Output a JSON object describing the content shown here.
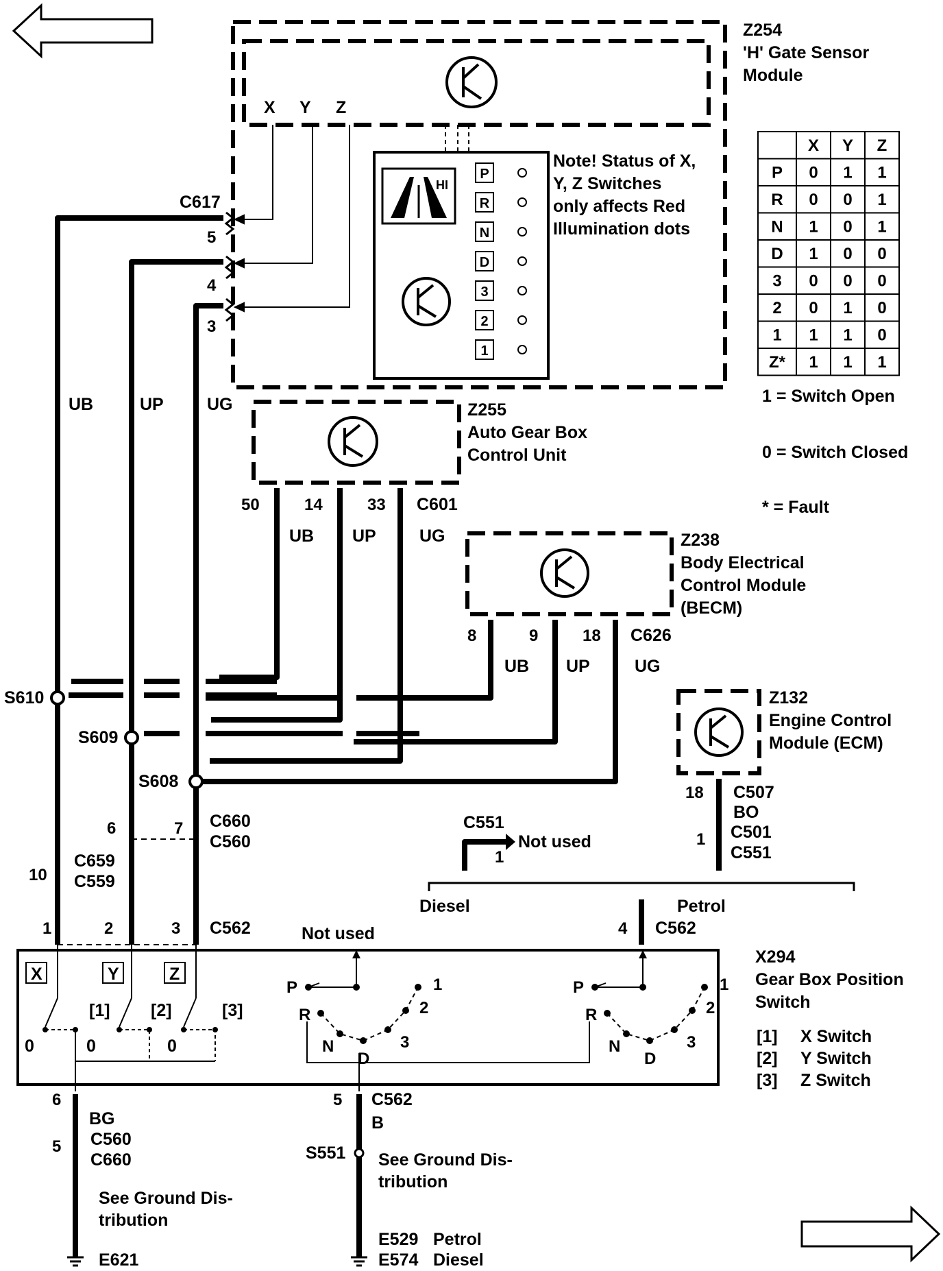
{
  "modules": {
    "z254": {
      "id": "Z254",
      "line1": "'H' Gate Sensor",
      "line2": "Module"
    },
    "z255": {
      "id": "Z255",
      "line1": "Auto Gear Box",
      "line2": "Control Unit"
    },
    "z238": {
      "id": "Z238",
      "line1": "Body Electrical",
      "line2": "Control Module",
      "line3": "(BECM)"
    },
    "z132": {
      "id": "Z132",
      "line1": "Engine Control",
      "line2": "Module (ECM)"
    },
    "x294": {
      "id": "X294",
      "line1": "Gear Box Position",
      "line2": "Switch"
    }
  },
  "h_gate": {
    "xyz_labels": [
      "X",
      "Y",
      "Z"
    ],
    "display_hi": "HI",
    "gears": [
      "P",
      "R",
      "N",
      "D",
      "3",
      "2",
      "1"
    ],
    "note": [
      "Note! Status of X,",
      "Y, Z Switches",
      "only affects Red",
      "Illumination dots"
    ]
  },
  "truth_table": {
    "headers": [
      "",
      "X",
      "Y",
      "Z"
    ],
    "rows": [
      [
        "P",
        "0",
        "1",
        "1"
      ],
      [
        "R",
        "0",
        "0",
        "1"
      ],
      [
        "N",
        "1",
        "0",
        "1"
      ],
      [
        "D",
        "1",
        "0",
        "0"
      ],
      [
        "3",
        "0",
        "0",
        "0"
      ],
      [
        "2",
        "0",
        "1",
        "0"
      ],
      [
        "1",
        "1",
        "1",
        "0"
      ],
      [
        "Z*",
        "1",
        "1",
        "1"
      ]
    ],
    "legend": [
      "1 =  Switch Open",
      "0 =  Switch Closed",
      "* =  Fault"
    ]
  },
  "connectors": {
    "c617": "C617",
    "c617_pins": [
      "5",
      "4",
      "3"
    ],
    "c601": "C601",
    "c601_pins": [
      "50",
      "14",
      "33"
    ],
    "c626": "C626",
    "c626_pins": [
      "8",
      "9",
      "18"
    ],
    "c507": "C507",
    "c507_pin": "18",
    "c501": "C501",
    "c551_ecm": "C551",
    "c501_pin": "1",
    "c551": "C551",
    "c551_pin": "1",
    "not_used": "Not used",
    "c660": "C660",
    "c560": "C560",
    "c660_pins": [
      "6",
      "7"
    ],
    "c659": "C659",
    "c559": "C559",
    "c659_pin": "10",
    "c562": "C562",
    "c562_pins": [
      "1",
      "2",
      "3"
    ],
    "c562_petrol_pin": "4",
    "c562_b": "C562",
    "c562_b_pin": "5",
    "c560_b": "C560",
    "c660_b": "C660",
    "c560_b_pins": [
      "6",
      "5"
    ],
    "not_used_top": "Not used"
  },
  "splices": {
    "s610": "S610",
    "s609": "S609",
    "s608": "S608",
    "s551": "S551"
  },
  "wire_colors": {
    "ub": "UB",
    "up": "UP",
    "ug": "UG",
    "bo": "BO",
    "bg": "BG",
    "b": "B"
  },
  "options": {
    "diesel": "Diesel",
    "petrol": "Petrol"
  },
  "switch": {
    "xyz": [
      "X",
      "Y",
      "Z"
    ],
    "bracket": [
      "[1]",
      "[2]",
      "[3]"
    ],
    "zeros": [
      "0",
      "0",
      "0"
    ],
    "pos_left": [
      "P",
      "R",
      "N",
      "D",
      "3",
      "2",
      "1"
    ],
    "pos_right": [
      "P",
      "R",
      "N",
      "D",
      "3",
      "2",
      "1"
    ],
    "legend": [
      {
        "num": "[1]",
        "text": "X Switch"
      },
      {
        "num": "[2]",
        "text": "Y Switch"
      },
      {
        "num": "[3]",
        "text": "Z Switch"
      }
    ]
  },
  "grounds": {
    "see1": [
      "See Ground Dis-",
      "tribution"
    ],
    "e621": "E621",
    "see2": [
      "See Ground Dis-",
      "tribution"
    ],
    "e529": "E529",
    "e529_label": "Petrol",
    "e574": "E574",
    "e574_label": "Diesel"
  }
}
